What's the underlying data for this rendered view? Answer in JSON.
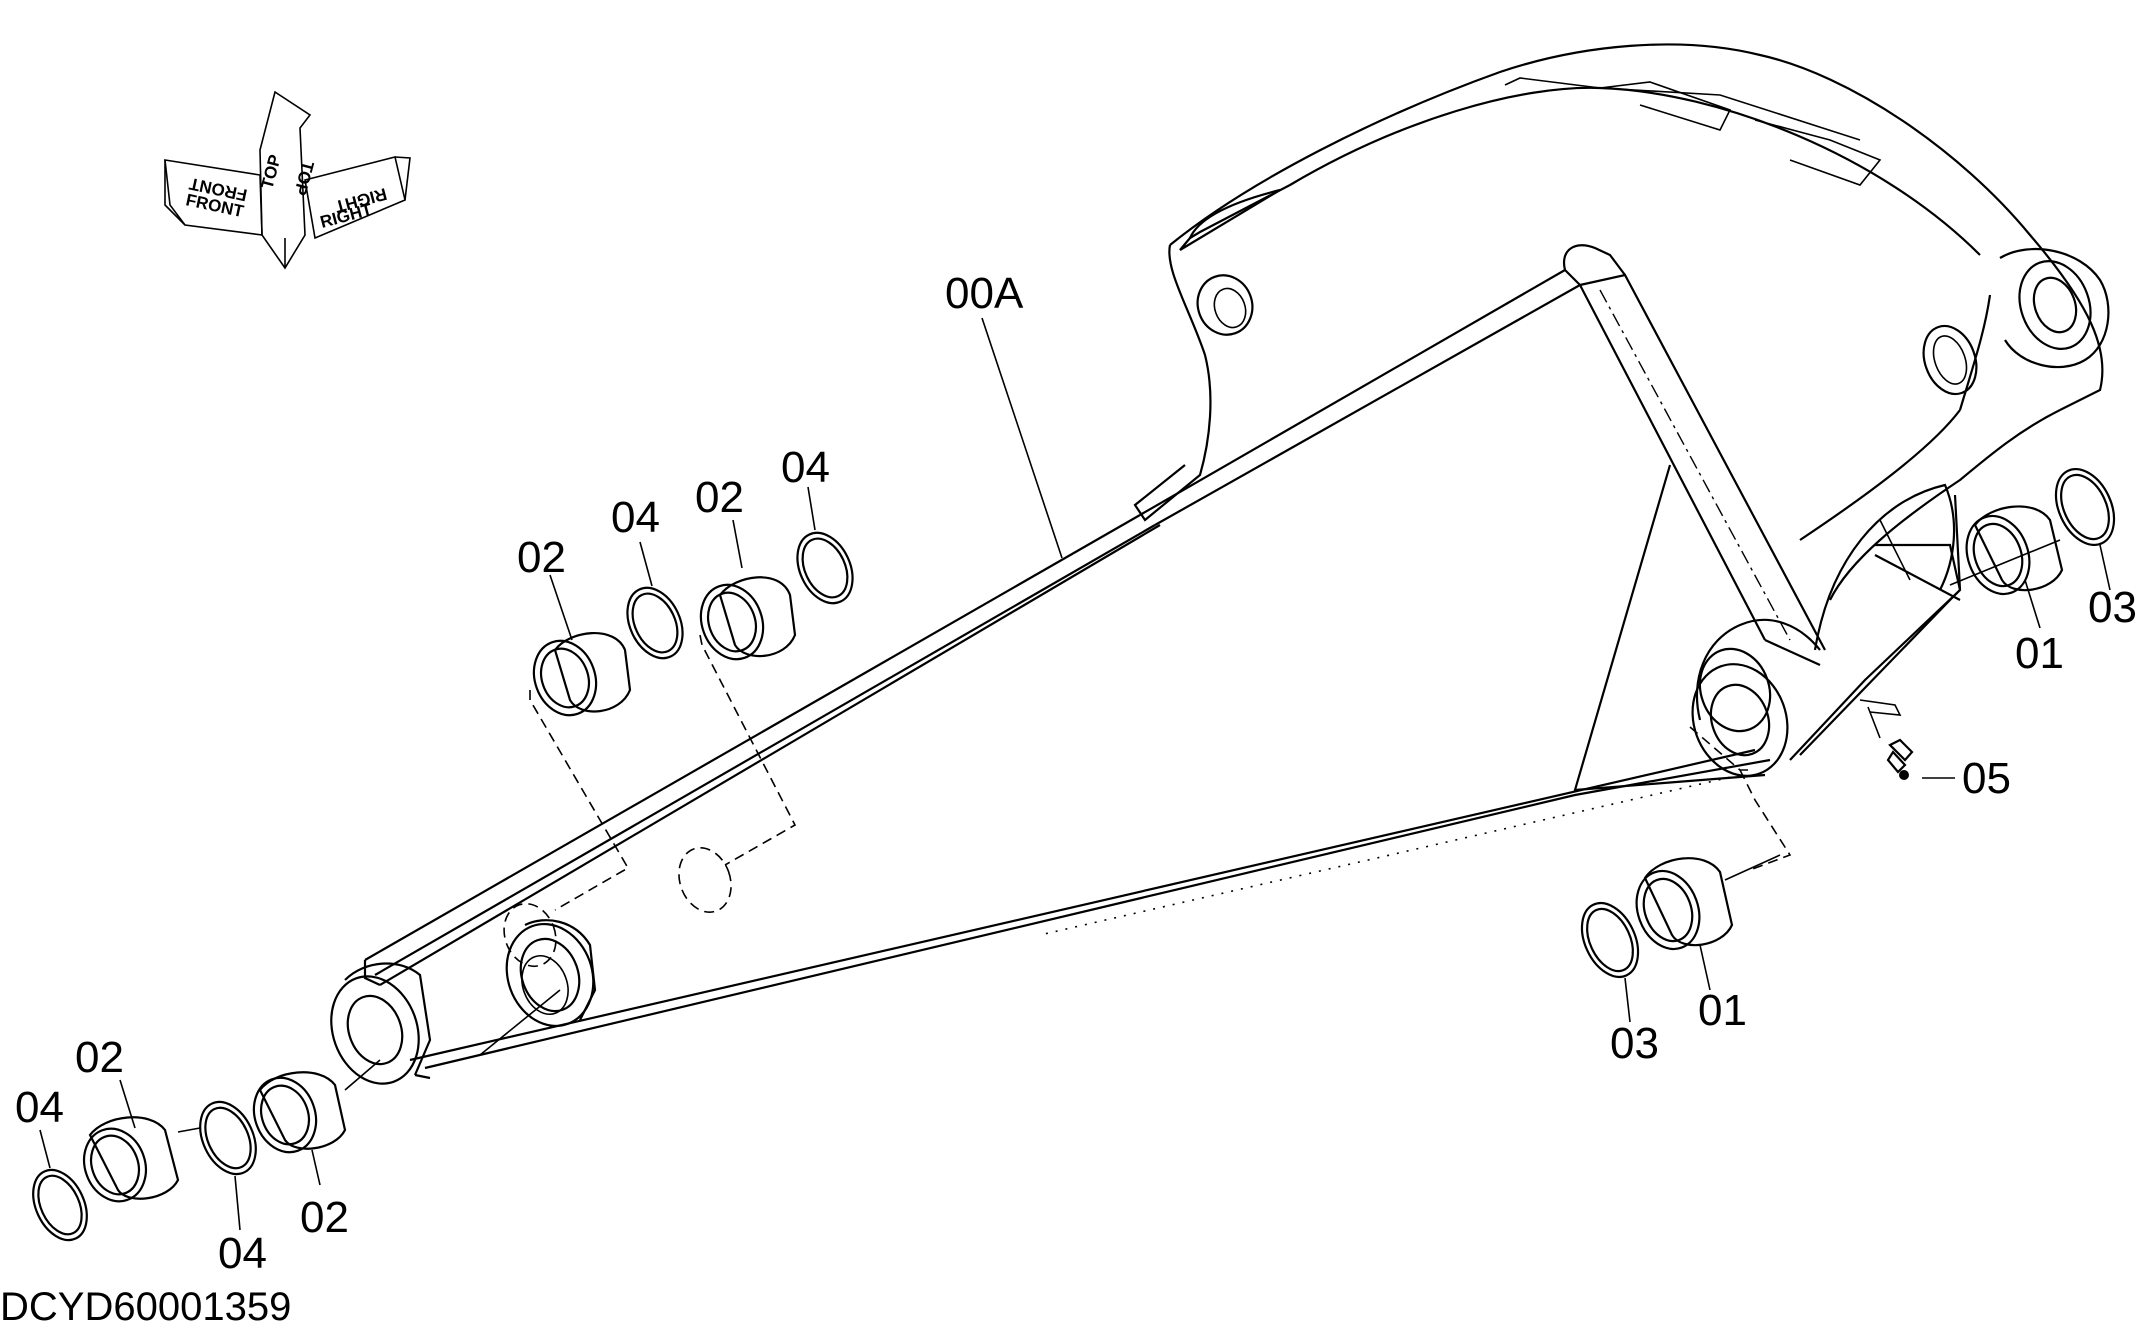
{
  "drawing_id": "DCYD60001359",
  "orientation_indicator": {
    "front": "FRONT",
    "top": "TOP",
    "right": "RIGHT"
  },
  "callouts": {
    "arm": "00A",
    "bushing_a": "01",
    "bushing_b": "02",
    "seal_a": "03",
    "seal_b": "04",
    "grease_fitting": "05"
  }
}
